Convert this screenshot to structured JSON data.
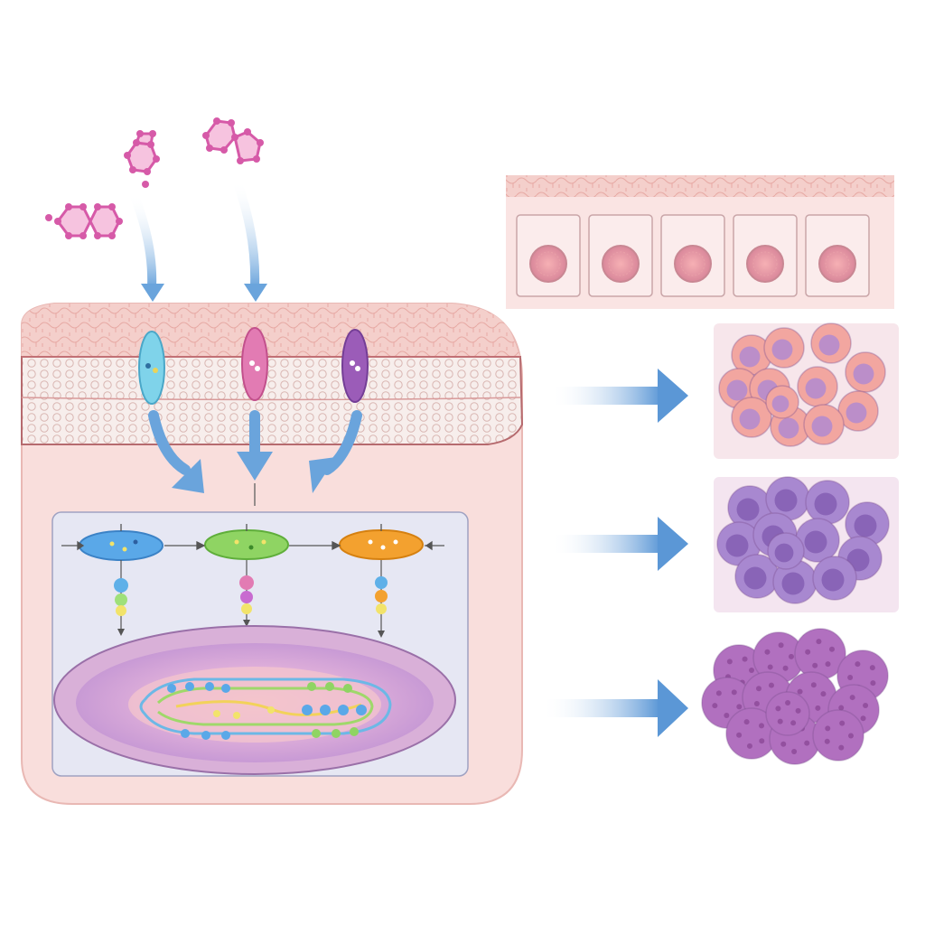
{
  "diagram": {
    "molecules": [
      {
        "id": "mol-1"
      },
      {
        "id": "mol-2"
      },
      {
        "id": "mol-3"
      }
    ],
    "receptors": [
      {
        "id": "receptor-blue",
        "color": "#7fd3ea"
      },
      {
        "id": "receptor-pink",
        "color": "#e27bb3"
      },
      {
        "id": "receptor-purple",
        "color": "#9b5cb8"
      }
    ],
    "signaling_proteins": [
      {
        "id": "protein-blue",
        "color": "#5aa8e8"
      },
      {
        "id": "protein-green",
        "color": "#8fd463"
      },
      {
        "id": "protein-orange",
        "color": "#f3a12f"
      }
    ],
    "normal_epithelium_cells": 5,
    "outcome_clusters": [
      {
        "id": "cluster-pink",
        "color": "#f2a6a0",
        "nucleus": "#b58ccd"
      },
      {
        "id": "cluster-violet",
        "color": "#a888d0",
        "nucleus": "#8560b4"
      },
      {
        "id": "cluster-magenta",
        "color": "#b170bf",
        "nucleus": "#93509f"
      }
    ],
    "colors": {
      "arrow": "#6aa4dc",
      "tissue": "#f7d4d2",
      "tissue_top": "#f1b9b4",
      "panel": "#e4e6f3",
      "nucleus": "#d6a4d9",
      "molecule": "#d65aa8"
    }
  }
}
